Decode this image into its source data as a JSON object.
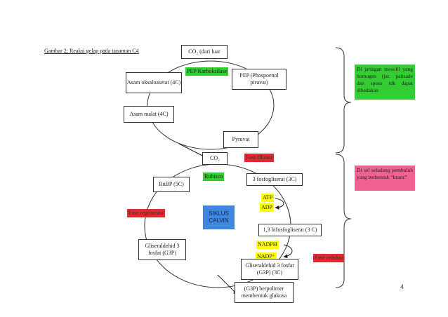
{
  "caption": "Gambar  2: Reaksi gelap pada tanaman  C4",
  "page_number": "4",
  "colors": {
    "green": "#33cc33",
    "red": "#e8262f",
    "yellow": "#ffff00",
    "pink": "#f06292",
    "blue": "#3f86e0"
  },
  "upper_cycle": {
    "co2_source": "CO₂ (dari luar",
    "enzyme": "PEP Karboksilase",
    "pep": "PEP (Phospoenol piruvat)",
    "oksaloasetat": "Asam oksaloasetat (4C)",
    "malat": "Asam malat (4C)",
    "pyruvat": "Pyruvat"
  },
  "lower_cycle": {
    "co2": "CO₂",
    "fase_fiksasi": "Fase fiksasi",
    "rubisco": "Rubisco",
    "rubp": "RuBP (5C)",
    "fosfogliserat": "3 fosfogliserat (3C)",
    "atp": "ATP",
    "adp": "ADP",
    "fase_regenerasi": "Fase regenerasi",
    "siklus": "SIKLUS CALVIN",
    "bifosfogliserat": "1,3 bifosfogliserat (3 C)",
    "nadph": "NADPH",
    "nadp": "NADP⁺",
    "fase_reduksi": "Fase reduksi",
    "g3p_left": "Gliseraldehid  3 fosfat (G3P)",
    "g3p_right": "Gliseraldehid   3 fosfat (G3P) (3C)",
    "glukosa": "(G3P) berpolimer membentuk glukosa"
  },
  "notes": {
    "mesofil": "Di    jaringan    mesofil yang homogen (jar. palisade   dan   spons tdk dapat dibedakan",
    "seludang": "Di     sel     seludang pembuluh          yang berbentuk “kranz”"
  }
}
